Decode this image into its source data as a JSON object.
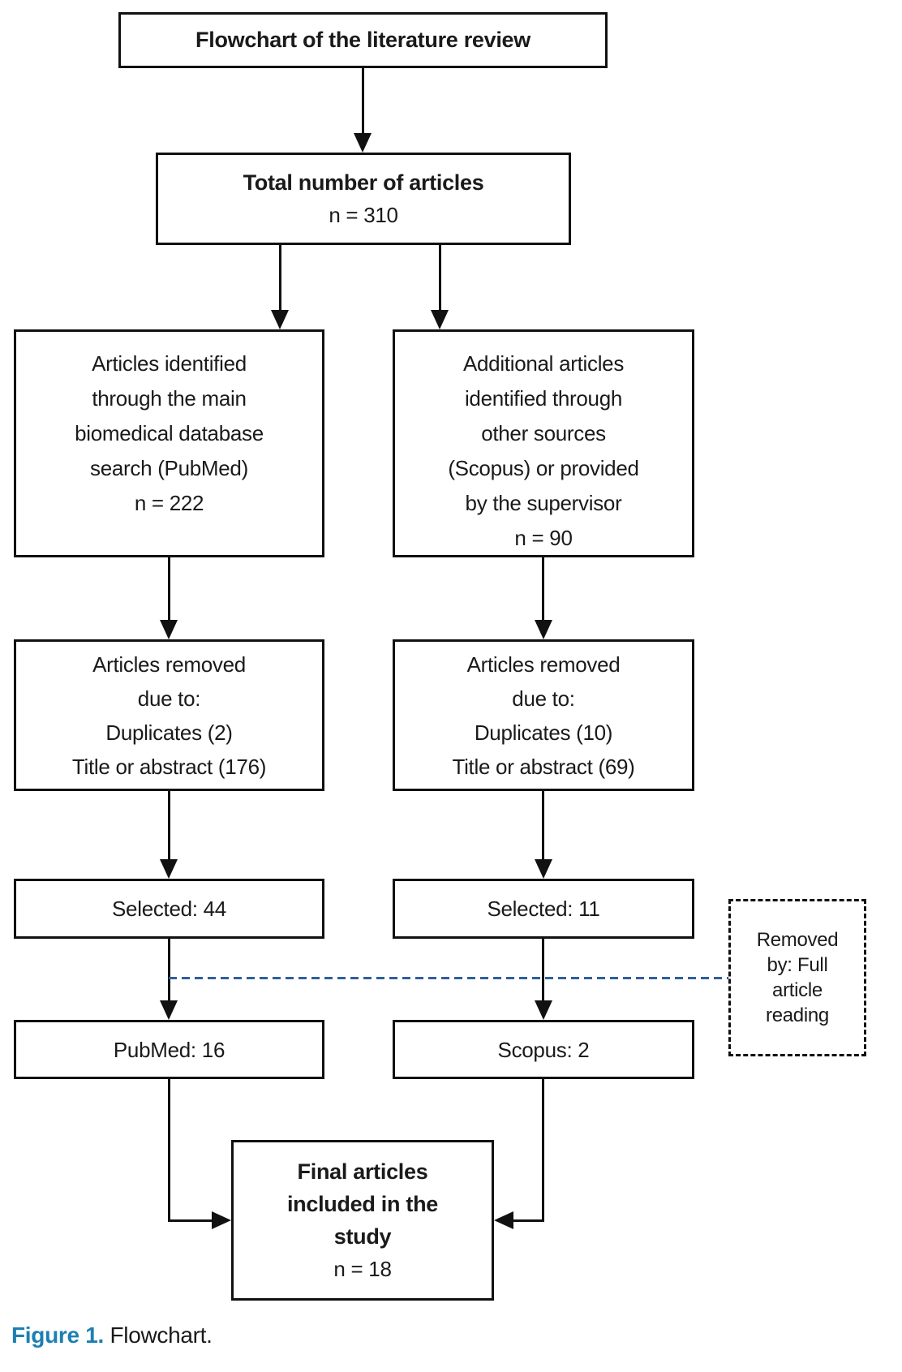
{
  "figure": {
    "title": "Flowchart of the literature review",
    "caption": {
      "label": "Figure 1.",
      "text": " Flowchart."
    }
  },
  "boxes": {
    "total": {
      "title": "Total number of articles",
      "count": "n = 310"
    },
    "pubmed_identified": {
      "body": "Articles identified\nthrough the main\nbiomedical database\nsearch (PubMed)",
      "count": "n = 222"
    },
    "scopus_identified": {
      "body": "Additional articles\nidentified through\nother sources\n(Scopus) or provided\nby the supervisor",
      "count": "n = 90"
    },
    "pubmed_removed": {
      "body": "Articles removed\ndue to:\nDuplicates (2)\nTitle or abstract (176)"
    },
    "scopus_removed": {
      "body": "Articles removed\ndue to:\nDuplicates (10)\nTitle or abstract (69)"
    },
    "pubmed_selected": {
      "label": "Selected: 44"
    },
    "scopus_selected": {
      "label": "Selected: 11"
    },
    "pubmed_final": {
      "label": "PubMed: 16"
    },
    "scopus_final": {
      "label": "Scopus: 2"
    },
    "removal_note": {
      "body": "Removed\nby: Full\narticle\nreading"
    },
    "final": {
      "title": "Final articles\nincluded in the\nstudy",
      "count": "n = 18"
    }
  },
  "colors": {
    "removal_line_blue": "#2e5f9e",
    "caption_blue": "#1d7fb2",
    "line_black": "#111111"
  }
}
